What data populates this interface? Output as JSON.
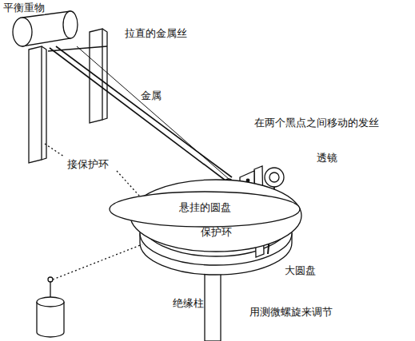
{
  "diagram": {
    "nodes": [
      {
        "text": [
          "保护环"
        ]
      },
      {
        "text": [
          "悬挂的圆盘"
        ],
        "in": 0
      }
    ],
    "labels": [
      "平衡重物",
      "拉直的金属丝",
      "金属",
      "在两个黑点之间移动的发丝",
      "透镜",
      "接保护环",
      "大圆盘",
      "绝缘柱",
      "用测微螺旋来调节"
    ]
  }
}
